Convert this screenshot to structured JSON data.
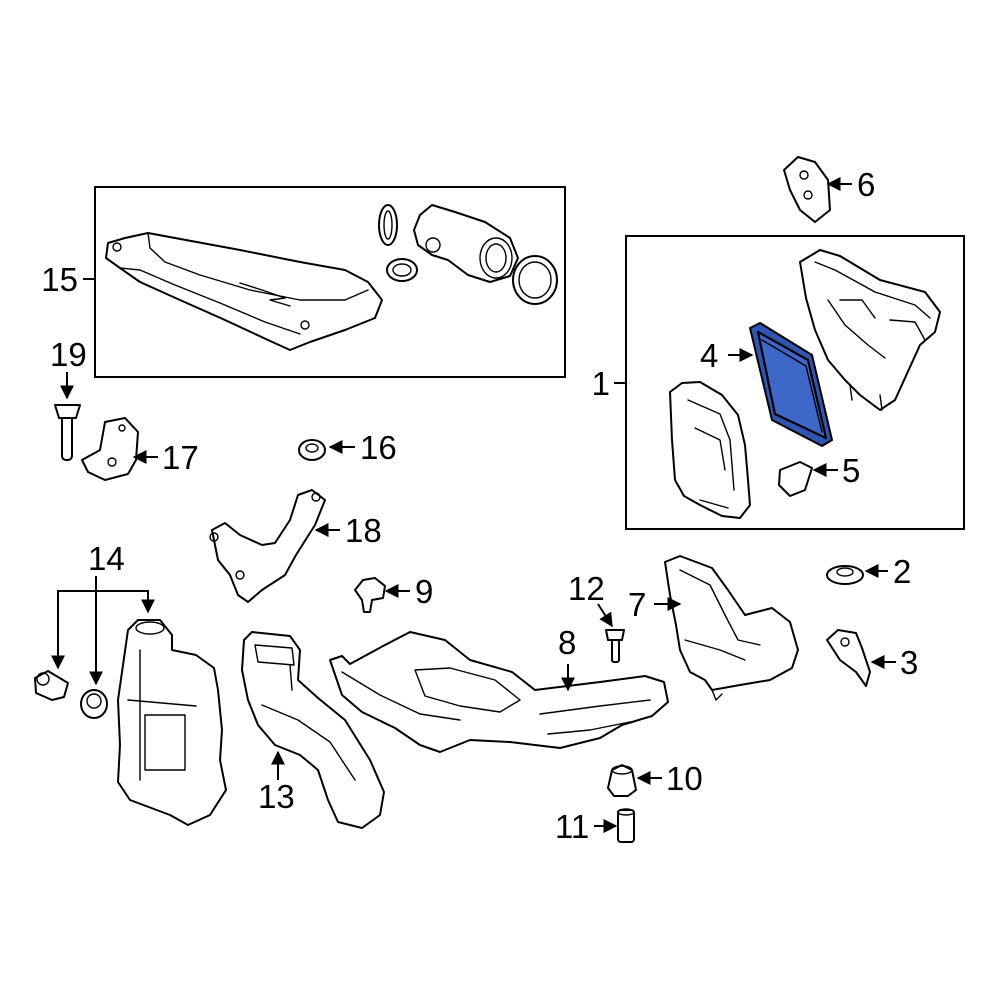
{
  "diagram": {
    "highlight_color": "#3d67c9",
    "line_color": "#000000",
    "background": "#ffffff",
    "highlighted_part": "4",
    "callouts": {
      "c1": "1",
      "c2": "2",
      "c3": "3",
      "c4": "4",
      "c5": "5",
      "c6": "6",
      "c7": "7",
      "c8": "8",
      "c9": "9",
      "c10": "10",
      "c11": "11",
      "c12": "12",
      "c13": "13",
      "c14": "14",
      "c15": "15",
      "c16": "16",
      "c17": "17",
      "c18": "18",
      "c19": "19"
    }
  }
}
